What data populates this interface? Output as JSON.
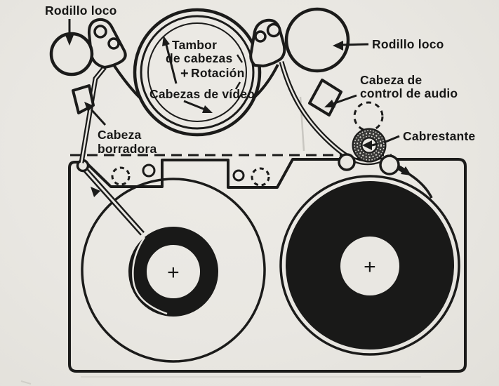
{
  "diagram": {
    "description": "Scanned technical diagram of a video cassette tape path (VHS tape transport), Spanish labels",
    "colors": {
      "ink": "#1b1b1a",
      "paper": "#e9e7e2",
      "tape_fill": "#191918"
    },
    "labels": {
      "idler_left": "Rodillo loco",
      "idler_right": "Rodillo loco",
      "drum_line1": "Tambor",
      "drum_line2": "de cabezas",
      "rotation_symbol": "+",
      "rotation": "Rotación",
      "video_heads": "Cabezas de vídeo",
      "erase_line1": "Cabeza",
      "erase_line2": "borradora",
      "audio_line1": "Cabeza de",
      "audio_line2": "control de audio",
      "capstan": "Cabrestante",
      "reel_left_mark": "+",
      "reel_right_mark": "+"
    }
  }
}
